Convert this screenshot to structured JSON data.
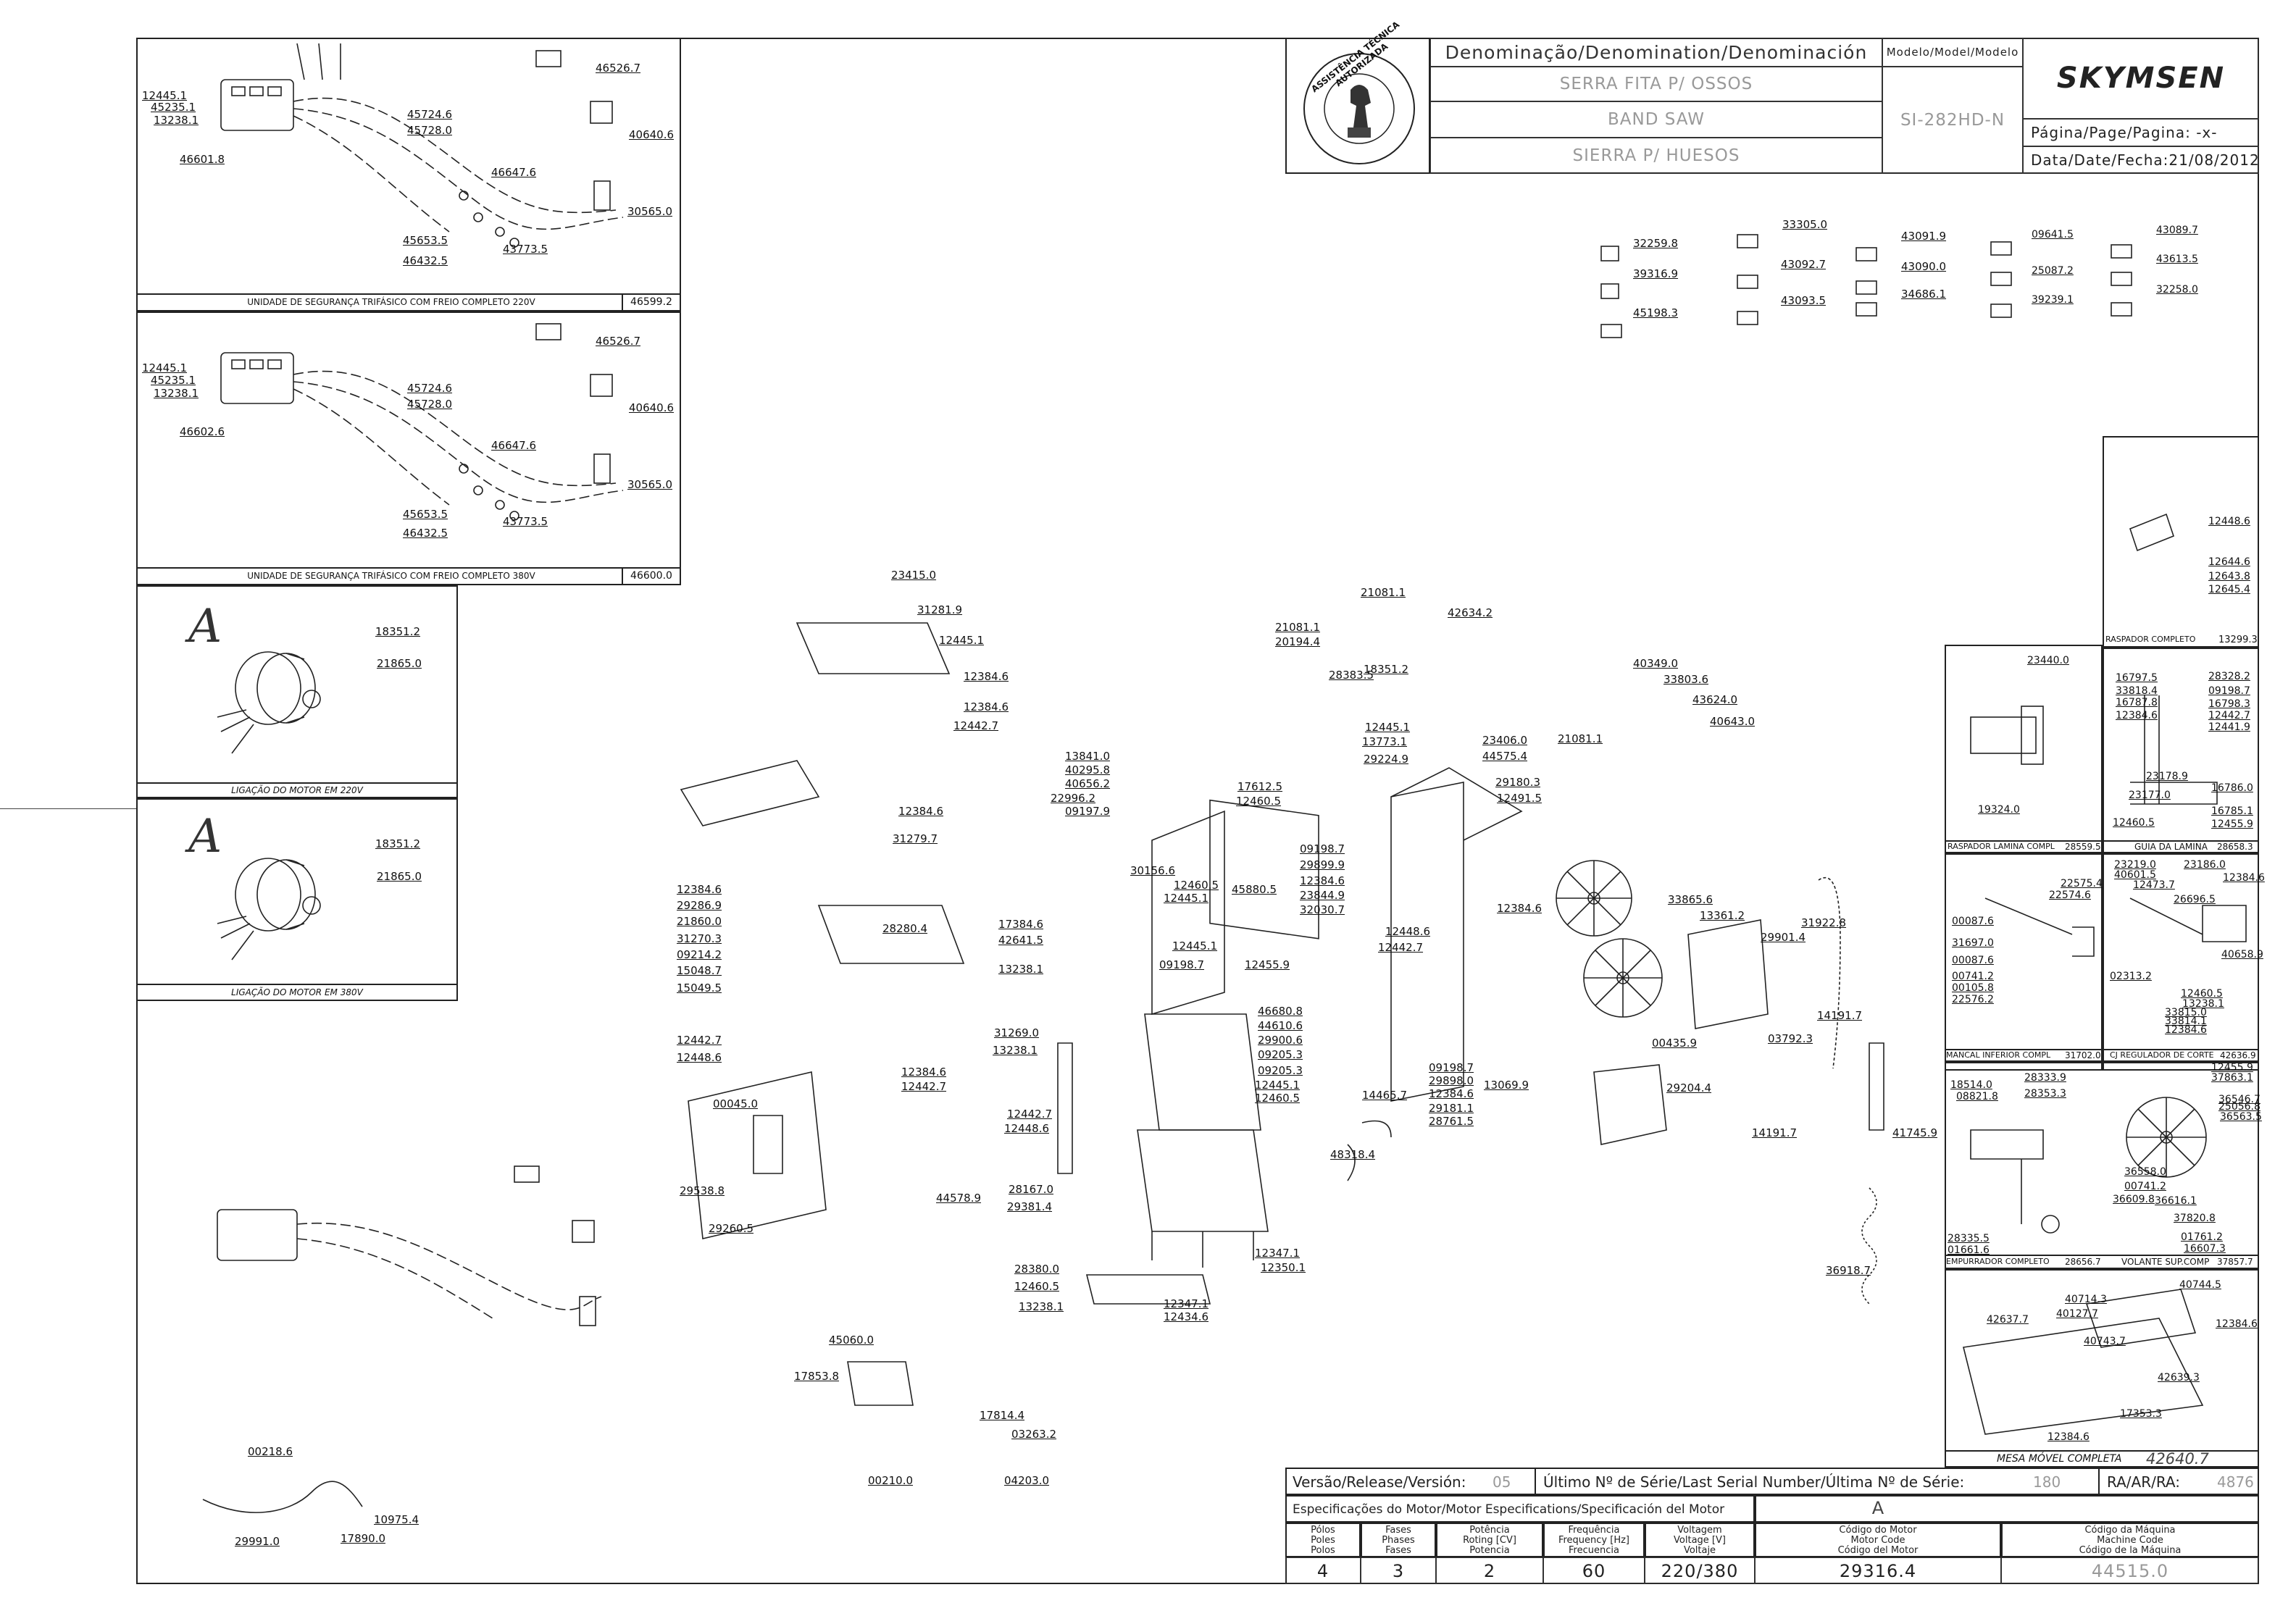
{
  "title_block": {
    "denomination_header": "Denominação/Denomination/Denominación",
    "model_header": "Modelo/Model/Modelo",
    "name_pt": "SERRA FITA P/ OSSOS",
    "name_en": "BAND SAW",
    "name_es": "SIERRA P/ HUESOS",
    "model": "SI-282HD-N",
    "brand": "SKYMSEN",
    "stamp_text": "ASSISTÊNCIA TÉCNICA AUTORIZADA",
    "page_label": "Página/Page/Pagina:",
    "page_value": "-x-",
    "date_label": "Data/Date/Fecha:",
    "date_value": "21/08/2012"
  },
  "bottom_block": {
    "release_label": "Versão/Release/Versión:",
    "release_value": "05",
    "serial_label": "Último Nº de Série/Last Serial Number/Última Nº de Série:",
    "serial_value": "180",
    "ra_label": "RA/AR/RA:",
    "ra_value": "4876",
    "motor_spec_label": "Especificações do Motor/Motor Especifications/Specificación del Motor",
    "motor_letter": "A",
    "headers": [
      [
        "Pólos",
        "Poles",
        "Polos"
      ],
      [
        "Fases",
        "Phases",
        "Fases"
      ],
      [
        "Potência",
        "Roting [CV]",
        "Potencia"
      ],
      [
        "Frequência",
        "Frequency [Hz]",
        "Frecuencia"
      ],
      [
        "Voltagem",
        "Voltage [V]",
        "Voltaje"
      ],
      [
        "Código do Motor",
        "Motor Code",
        "Código del Motor"
      ],
      [
        "Código da Máquina",
        "Machine Code",
        "Código de la Máquina"
      ]
    ],
    "values": [
      "4",
      "3",
      "2",
      "60",
      "220/380",
      "29316.4",
      "44515.0"
    ]
  },
  "panels": {
    "security_220": {
      "caption": "UNIDADE DE SEGURANÇA TRIFÁSICO COM FREIO COMPLETO 220V",
      "code": "46599.2"
    },
    "security_380": {
      "caption": "UNIDADE DE SEGURANÇA TRIFÁSICO COM FREIO COMPLETO 380V",
      "code": "46600.0"
    },
    "motor_220": {
      "caption": "LIGAÇÃO DO MOTOR EM 220V",
      "letter": "A"
    },
    "motor_380": {
      "caption": "LIGAÇÃO DO MOTOR EM 380V",
      "letter": "A"
    },
    "raspador_completo": {
      "caption": "RASPADOR COMPLETO",
      "code": "13299.3"
    },
    "raspador_lamina": {
      "caption": "RASPADOR LAMINA COMPL",
      "code": "28559.5"
    },
    "guia_lamina": {
      "caption": "GUIA DA LAMINA",
      "code": "28658.3"
    },
    "mancal_inferior": {
      "caption": "MANCAL INFERIOR COMPL",
      "code": "31702.0"
    },
    "cj_regulador": {
      "caption": "CJ REGULADOR DE CORTE",
      "code": "42636.9"
    },
    "empurrador": {
      "caption": "EMPURRADOR COMPLETO",
      "code": "28656.7"
    },
    "volante": {
      "caption": "VOLANTE SUP.COMP",
      "code": "37857.7"
    },
    "mesa_movel": {
      "caption": "MESA MÓVEL COMPLETA",
      "code": "42640.7"
    }
  },
  "part_labels": [
    "12445.1",
    "45235.1",
    "13238.1",
    "46601.8",
    "46526.7",
    "45724.6",
    "45728.0",
    "40640.6",
    "46647.6",
    "30565.0",
    "45653.5",
    "46432.5",
    "43773.5",
    "12445.1",
    "45235.1",
    "13238.1",
    "46602.6",
    "46526.7",
    "45724.6",
    "45728.0",
    "40640.6",
    "46647.6",
    "30565.0",
    "45653.5",
    "46432.5",
    "43773.5",
    "18351.2",
    "21865.0",
    "18351.2",
    "21865.0",
    "32259.8",
    "39316.9",
    "45198.3",
    "33305.0",
    "43092.7",
    "43093.5",
    "43091.9",
    "43090.0",
    "34686.1",
    "09641.5",
    "25087.2",
    "39239.1",
    "43089.7",
    "43613.5",
    "32258.0",
    "23415.0",
    "31281.9",
    "12445.1",
    "12384.6",
    "12384.6",
    "12442.7",
    "21081.1",
    "20194.4",
    "28383.5",
    "21081.1",
    "42634.2",
    "13841.0",
    "40295.8",
    "40656.2",
    "09197.9",
    "12384.6",
    "31279.7",
    "28280.4",
    "22996.2",
    "30156.6",
    "17384.6",
    "42641.5",
    "13238.1",
    "12384.6",
    "29286.9",
    "21860.0",
    "31270.3",
    "09214.2",
    "15048.7",
    "15049.5",
    "12442.7",
    "12448.6",
    "18351.2",
    "12445.1",
    "13773.1",
    "29224.9",
    "17612.5",
    "12460.5",
    "23406.0",
    "44575.4",
    "40349.0",
    "33803.6",
    "43624.0",
    "40643.0",
    "21081.1",
    "09198.7",
    "29899.9",
    "12384.6",
    "23844.9",
    "32030.7",
    "12460.5",
    "12445.1",
    "45880.5",
    "12445.1",
    "09198.7",
    "12455.9",
    "29180.3",
    "12491.5",
    "12384.6",
    "12448.6",
    "12442.7",
    "46680.8",
    "44610.6",
    "29900.6",
    "09205.3",
    "09205.3",
    "12445.1",
    "12460.5",
    "14465.7",
    "33865.6",
    "13361.2",
    "31922.8",
    "29901.4",
    "14191.7",
    "00435.9",
    "03792.3",
    "31269.0",
    "13238.1",
    "12442.7",
    "12448.6",
    "12384.6",
    "12442.7",
    "00045.0",
    "29538.8",
    "29260.5",
    "44578.9",
    "09198.7",
    "29898.0",
    "12384.6",
    "29181.1",
    "28761.5",
    "29204.4",
    "13069.9",
    "41745.9",
    "14191.7",
    "48318.4",
    "36918.7",
    "28167.0",
    "29381.4",
    "12347.1",
    "12350.1",
    "28380.0",
    "12460.5",
    "13238.1",
    "12347.1",
    "12434.6",
    "45060.0",
    "17853.8",
    "17814.4",
    "00210.0",
    "04203.0",
    "03263.2",
    "00218.6",
    "10975.4",
    "17890.0",
    "29991.0",
    "12448.6",
    "12644.6",
    "12643.8",
    "12645.4",
    "23440.0",
    "23178.9",
    "23177.0",
    "19324.0",
    "16797.5",
    "33818.4",
    "16787.8",
    "12384.6",
    "28328.2",
    "09198.7",
    "16798.3",
    "12442.7",
    "12441.9",
    "16786.0",
    "16785.1",
    "12455.9",
    "12460.5",
    "22575.4",
    "22574.6",
    "00087.6",
    "31697.0",
    "00087.6",
    "00741.2",
    "00105.8",
    "22576.2",
    "23219.0",
    "40601.5",
    "23186.0",
    "12473.7",
    "26696.5",
    "12384.6",
    "40658.9",
    "02313.2",
    "12460.5",
    "13238.1",
    "33815.0",
    "33814.1",
    "12384.6",
    "18514.0",
    "08821.8",
    "28333.9",
    "28353.3",
    "28335.5",
    "01661.6",
    "12455.9",
    "37863.1",
    "36546.7",
    "25056.8",
    "36563.5",
    "36558.0",
    "00741.2",
    "36609.8",
    "36616.1",
    "37820.8",
    "01761.2",
    "16607.3",
    "40714.3",
    "40744.5",
    "40127.7",
    "42637.7",
    "40743.7",
    "12384.6",
    "42639.3",
    "17353.3",
    "12384.6"
  ]
}
